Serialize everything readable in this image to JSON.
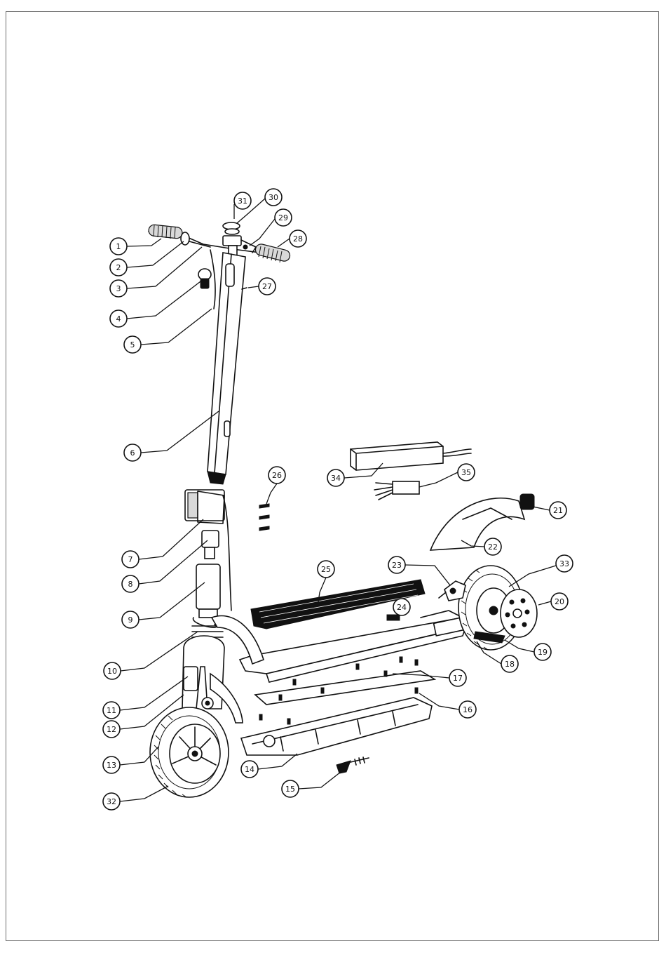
{
  "diagram": {
    "type": "exploded-parts-view",
    "subject": "electric-kick-scooter",
    "border_color": "#6e6e6e",
    "line_color": "#111111",
    "callouts": [
      {
        "id": "c1",
        "label": "1"
      },
      {
        "id": "c2",
        "label": "2"
      },
      {
        "id": "c3",
        "label": "3"
      },
      {
        "id": "c4",
        "label": "4"
      },
      {
        "id": "c5",
        "label": "5"
      },
      {
        "id": "c6",
        "label": "6"
      },
      {
        "id": "c7",
        "label": "7"
      },
      {
        "id": "c8",
        "label": "8"
      },
      {
        "id": "c9",
        "label": "9"
      },
      {
        "id": "c10",
        "label": "10"
      },
      {
        "id": "c11",
        "label": "11"
      },
      {
        "id": "c12",
        "label": "12"
      },
      {
        "id": "c13",
        "label": "13"
      },
      {
        "id": "c14",
        "label": "14"
      },
      {
        "id": "c15",
        "label": "15"
      },
      {
        "id": "c16",
        "label": "16"
      },
      {
        "id": "c17",
        "label": "17"
      },
      {
        "id": "c18",
        "label": "18"
      },
      {
        "id": "c19",
        "label": "19"
      },
      {
        "id": "c20",
        "label": "20"
      },
      {
        "id": "c21",
        "label": "21"
      },
      {
        "id": "c22",
        "label": "22"
      },
      {
        "id": "c23",
        "label": "23"
      },
      {
        "id": "c24",
        "label": "24"
      },
      {
        "id": "c25",
        "label": "25"
      },
      {
        "id": "c26",
        "label": "26"
      },
      {
        "id": "c27",
        "label": "27"
      },
      {
        "id": "c28",
        "label": "28"
      },
      {
        "id": "c29",
        "label": "29"
      },
      {
        "id": "c30",
        "label": "30"
      },
      {
        "id": "c31",
        "label": "31"
      },
      {
        "id": "c32",
        "label": "32"
      },
      {
        "id": "c33",
        "label": "33"
      },
      {
        "id": "c34",
        "label": "34"
      },
      {
        "id": "c35",
        "label": "35"
      }
    ]
  }
}
